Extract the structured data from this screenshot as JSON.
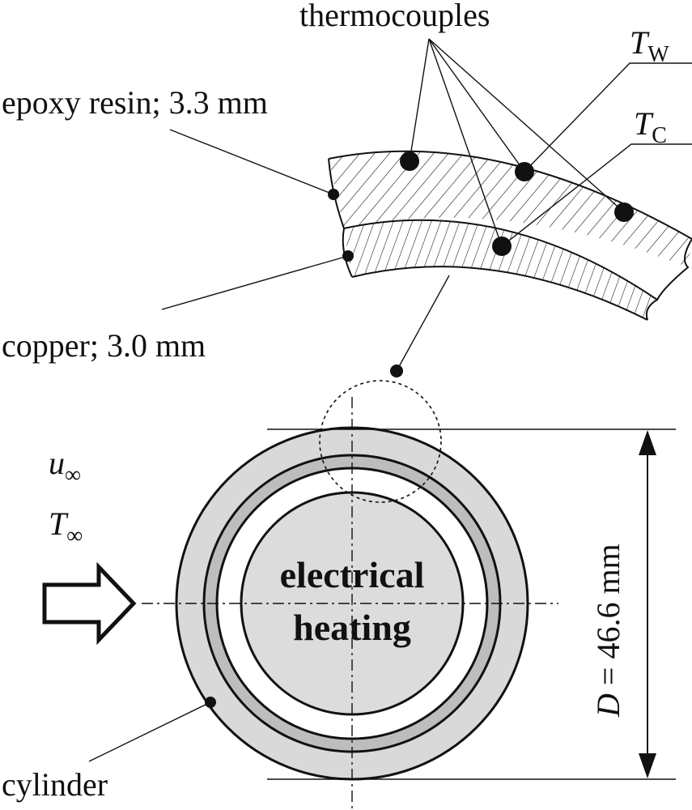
{
  "labels": {
    "thermocouples": "thermocouples",
    "tw_main": "T",
    "tw_sub": "W",
    "tc_main": "T",
    "tc_sub": "C",
    "epoxy": "epoxy resin; 3.3 mm",
    "copper": "copper; 3.0 mm",
    "u_main": "u",
    "u_sub": "∞",
    "t_main": "T",
    "t_sub": "∞",
    "heating_line1": "electrical",
    "heating_line2": "heating",
    "diameter_var": "D",
    "diameter_value": " = 46.6 mm",
    "cylinder": "cylinder"
  },
  "colors": {
    "stroke": "#111111",
    "outer_ring": "#d9d9d9",
    "copper_ring": "#bdbdbd",
    "core": "#dcdcdc",
    "gap": "#ffffff"
  }
}
